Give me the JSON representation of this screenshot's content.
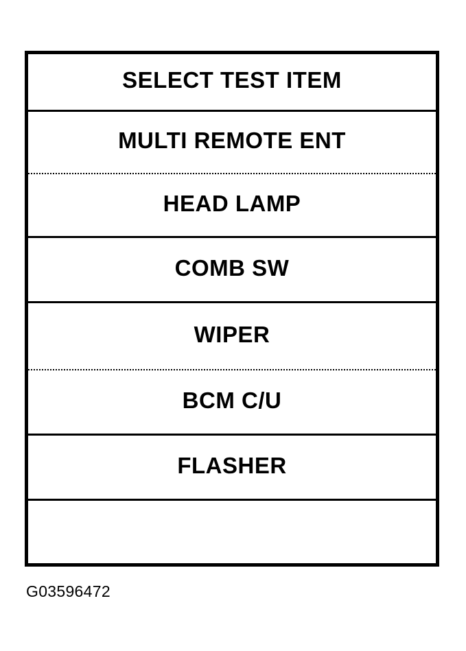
{
  "figure": {
    "caption": "G03596472",
    "frame_color": "#000000",
    "background_color": "#ffffff",
    "text_color": "#000000"
  },
  "screen": {
    "title": "SELECT TEST ITEM",
    "rows": [
      {
        "label": "SELECT TEST ITEM",
        "separator": "solid",
        "is_header": true,
        "is_empty": false
      },
      {
        "label": "MULTI REMOTE ENT",
        "separator": "dotted",
        "is_header": false,
        "is_empty": false
      },
      {
        "label": "HEAD LAMP",
        "separator": "solid",
        "is_header": false,
        "is_empty": false
      },
      {
        "label": "COMB SW",
        "separator": "solid",
        "is_header": false,
        "is_empty": false
      },
      {
        "label": "WIPER",
        "separator": "dotted-fine",
        "is_header": false,
        "is_empty": false
      },
      {
        "label": "BCM C/U",
        "separator": "solid",
        "is_header": false,
        "is_empty": false
      },
      {
        "label": "FLASHER",
        "separator": "solid",
        "is_header": false,
        "is_empty": false
      },
      {
        "label": "",
        "separator": "none",
        "is_header": false,
        "is_empty": true
      }
    ]
  }
}
